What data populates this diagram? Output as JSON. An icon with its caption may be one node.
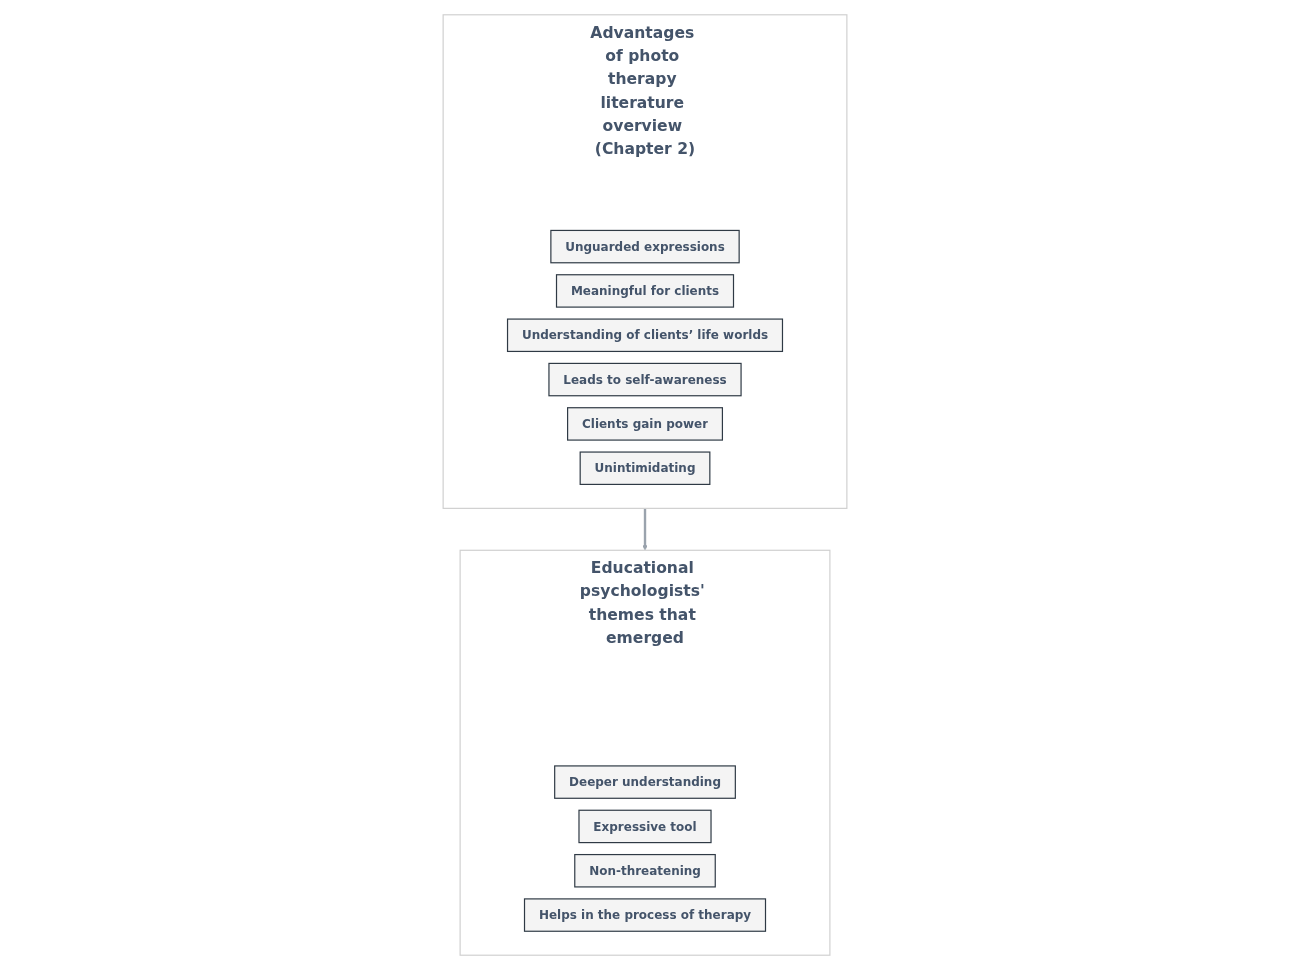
{
  "diagram": {
    "nodes": [
      {
        "text": [
          "Advantages of photo therapy literature overview (Chapter 2)"
        ]
      },
      {
        "text": [
          "Unguarded expressions"
        ],
        "in": 0
      },
      {
        "text": [
          "Meaningful for clients"
        ],
        "in": 0
      },
      {
        "text": [
          "Understanding of clients’ life worlds"
        ],
        "in": 0
      },
      {
        "text": [
          "Leads to self-awareness"
        ],
        "in": 0
      },
      {
        "text": [
          "Clients gain power"
        ],
        "in": 0
      },
      {
        "text": [
          "Unintimidating"
        ],
        "in": 0
      },
      {
        "text": [
          "Educational psychologists' themes that emerged"
        ]
      },
      {
        "text": [
          "Deeper understanding"
        ],
        "in": 7
      },
      {
        "text": [
          "Expressive tool"
        ],
        "in": 7
      },
      {
        "text": [
          "Non-threatening"
        ],
        "in": 7
      },
      {
        "text": [
          "Helps in the process of therapy"
        ],
        "in": 7
      }
    ],
    "edges": [
      {
        "from": 0,
        "to": 7,
        "arrow": "to"
      }
    ]
  }
}
